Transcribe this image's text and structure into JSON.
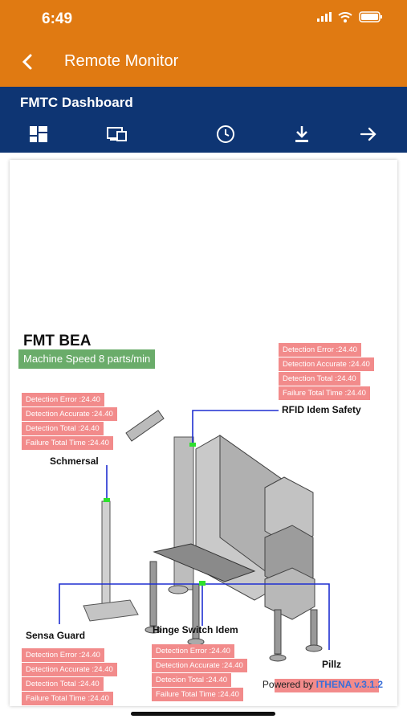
{
  "status": {
    "time": "6:49"
  },
  "appbar": {
    "title": "Remote Monitor"
  },
  "dashboard": {
    "title": "FMTC Dashboard"
  },
  "toolbar": {
    "icons": [
      "dashboard-icon",
      "devices-icon",
      "clock-icon",
      "download-icon",
      "arrow-right-icon"
    ]
  },
  "machine": {
    "name": "FMT BEA",
    "speed": "Machine Speed 8 parts/min"
  },
  "sensors": [
    {
      "name": "RFID Idem Safety",
      "metrics": [
        "Detection Error :24.40",
        "Detection Accurate :24.40",
        "Detection Total :24.40",
        "Failure Total Time :24.40"
      ]
    },
    {
      "name": "Schmersal",
      "metrics": [
        "Detection Error :24.40",
        "Detection Accurate :24.40",
        "Detection Total :24.40",
        "Failure Total Time :24.40"
      ]
    },
    {
      "name": "Sensa Guard",
      "metrics": [
        "Detection Error :24.40",
        "Detection Accurate :24.40",
        "Detection Total :24.40",
        "Failure Total Time :24.40"
      ]
    },
    {
      "name": "Hinge Switch Idem",
      "metrics": [
        "Detection Error :24.40",
        "Detection Accurate :24.40",
        "Detecion Total :24.40",
        "Failure Total Time :24.40"
      ]
    },
    {
      "name": "Pillz",
      "metrics": []
    }
  ],
  "footer": {
    "powered": "Powered by ",
    "version": "ITHENA v.3.1.2"
  },
  "colors": {
    "accent": "#e07a12",
    "header": "#0e3573",
    "badge": "#f28b8b",
    "speed": "#6aac6a",
    "connector": "#1f2fd1"
  }
}
